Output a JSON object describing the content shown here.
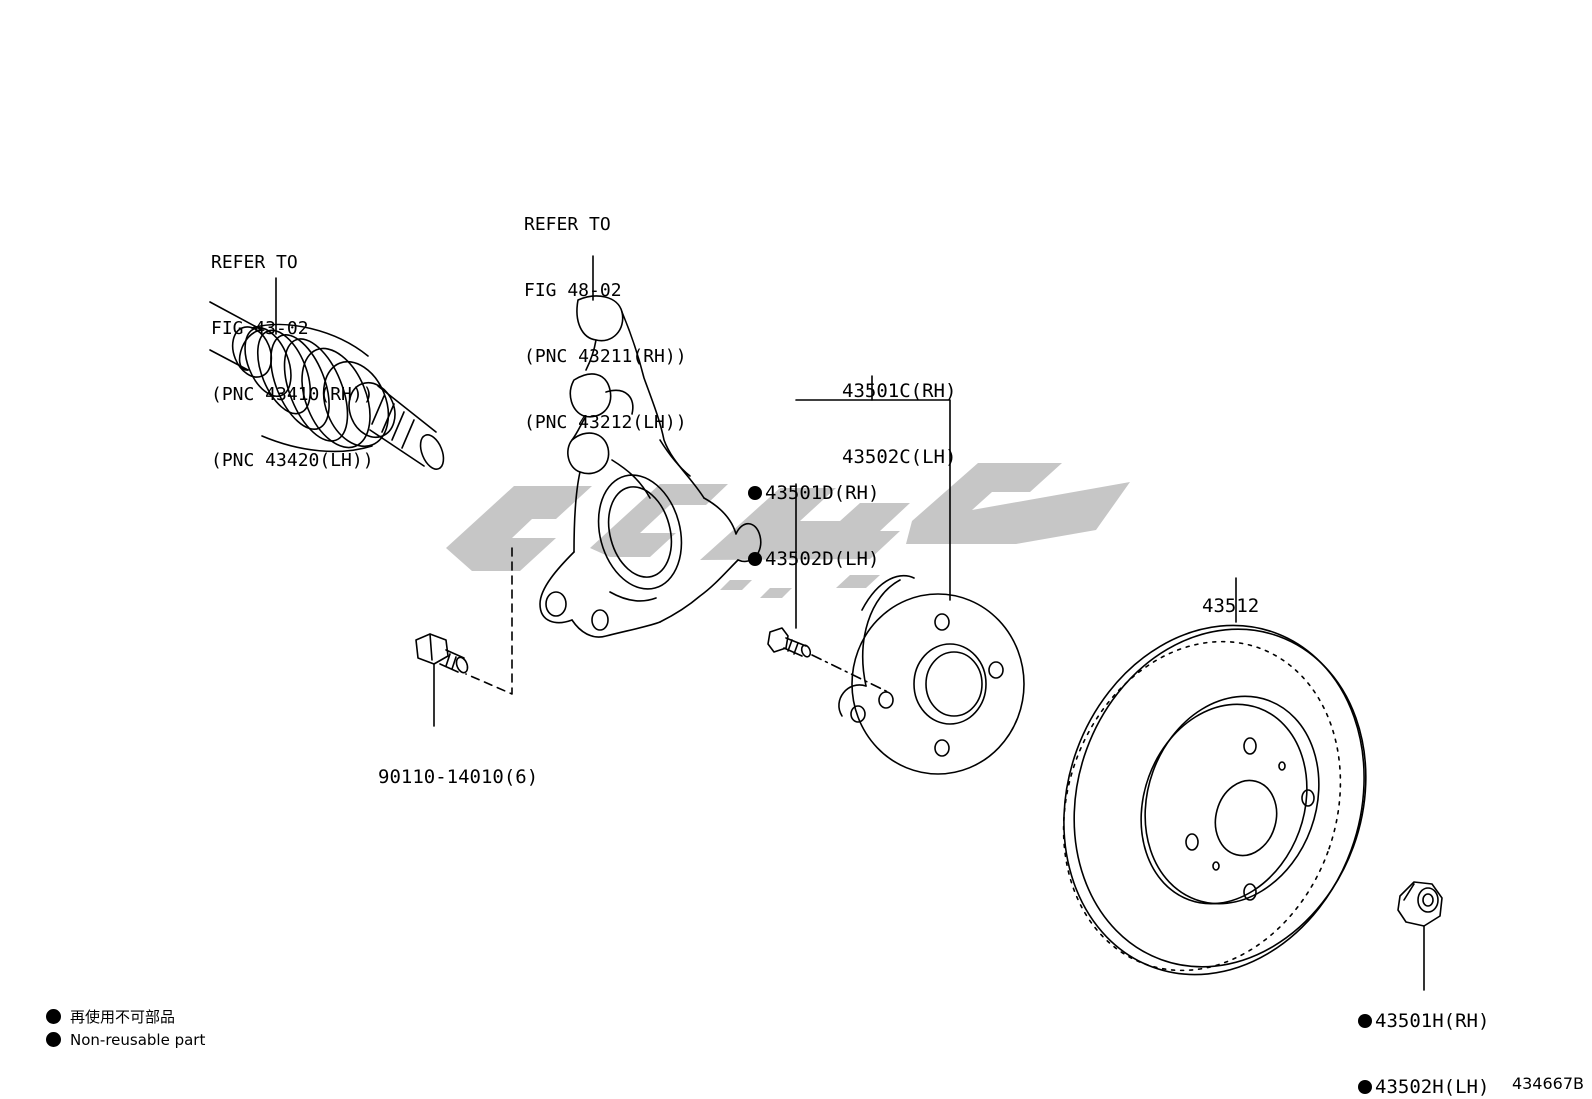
{
  "callouts": {
    "drive_shaft": [
      "REFER TO",
      "FIG 43-02",
      "(PNC 43410(RH))",
      "(PNC 43420(LH))"
    ],
    "knuckle": [
      "REFER TO",
      "FIG 48-02",
      "(PNC 43211(RH))",
      "(PNC 43212(LH))"
    ]
  },
  "part_numbers": {
    "hub_rh": "43501C(RH)",
    "hub_lh": "43502C(LH)",
    "hub_bolt_rh": "43501D(RH)",
    "hub_bolt_lh": "43502D(LH)",
    "knuckle_bolt": "90110-14010(6)",
    "disc": "43512",
    "nut_rh": "43501H(RH)",
    "nut_lh": "43502H(LH)"
  },
  "legend": {
    "non_reusable_jp": "再使用不可部品",
    "non_reusable_en": "Non-reusable part"
  },
  "figure_id": "434667B",
  "colors": {
    "ink": "#000000",
    "watermark": "#c6c6c6"
  }
}
